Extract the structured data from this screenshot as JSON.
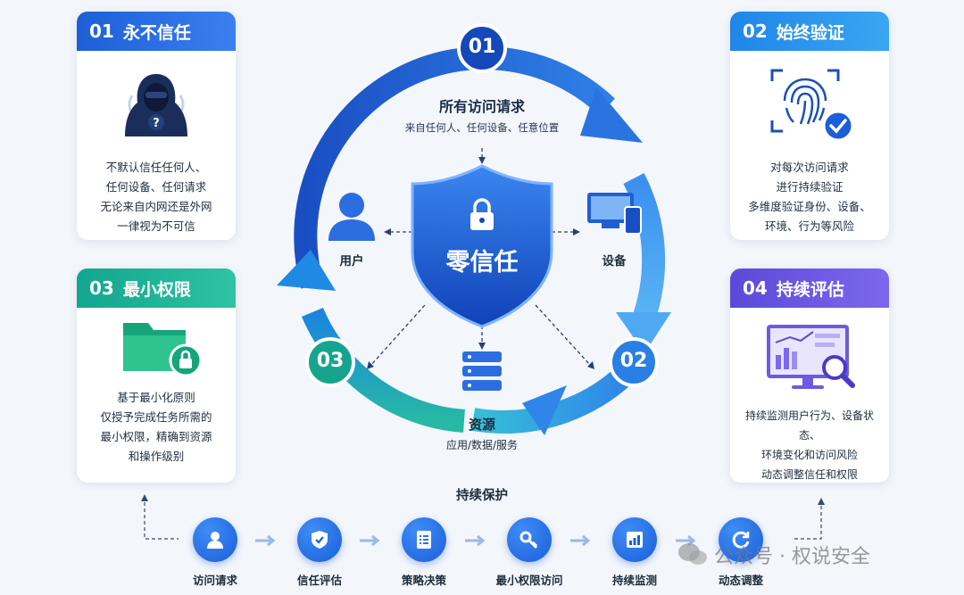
{
  "cards": {
    "c1": {
      "num": "01",
      "title": "永不信任",
      "lines": [
        "不默认信任任何人、",
        "任何设备、任何请求",
        "无论来自内网还是外网",
        "一律视为不可信"
      ]
    },
    "c2": {
      "num": "02",
      "title": "始终验证",
      "lines": [
        "对每次访问请求",
        "进行持续验证",
        "多维度验证身份、设备、",
        "环境、行为等风险"
      ]
    },
    "c3": {
      "num": "03",
      "title": "最小权限",
      "lines": [
        "基于最小化原则",
        "仅授予完成任务所需的",
        "最小权限，精确到资源",
        "和操作级别"
      ]
    },
    "c4": {
      "num": "04",
      "title": "持续评估",
      "lines": [
        "持续监测用户行为、设备状态、",
        "环境变化和访问风险",
        "动态调整信任和权限"
      ]
    }
  },
  "cycle": {
    "n1": "01",
    "n2": "02",
    "n3": "03",
    "top_title": "所有访问请求",
    "top_sub": "来自任何人、任何设备、任意位置",
    "shield": "零信任",
    "user": "用户",
    "device": "设备",
    "resource_title": "资源",
    "resource_sub": "应用/数据/服务"
  },
  "flow": {
    "title": "持续保护",
    "steps": [
      "访问请求",
      "信任评估",
      "策略决策",
      "最小权限访问",
      "持续监测",
      "动态调整"
    ]
  },
  "watermark": "公众号 · 权说安全",
  "colors": {
    "blue": "#1a5fd9",
    "light_blue": "#3aa6f3",
    "teal": "#13a58e",
    "purple": "#5b4ad8"
  }
}
